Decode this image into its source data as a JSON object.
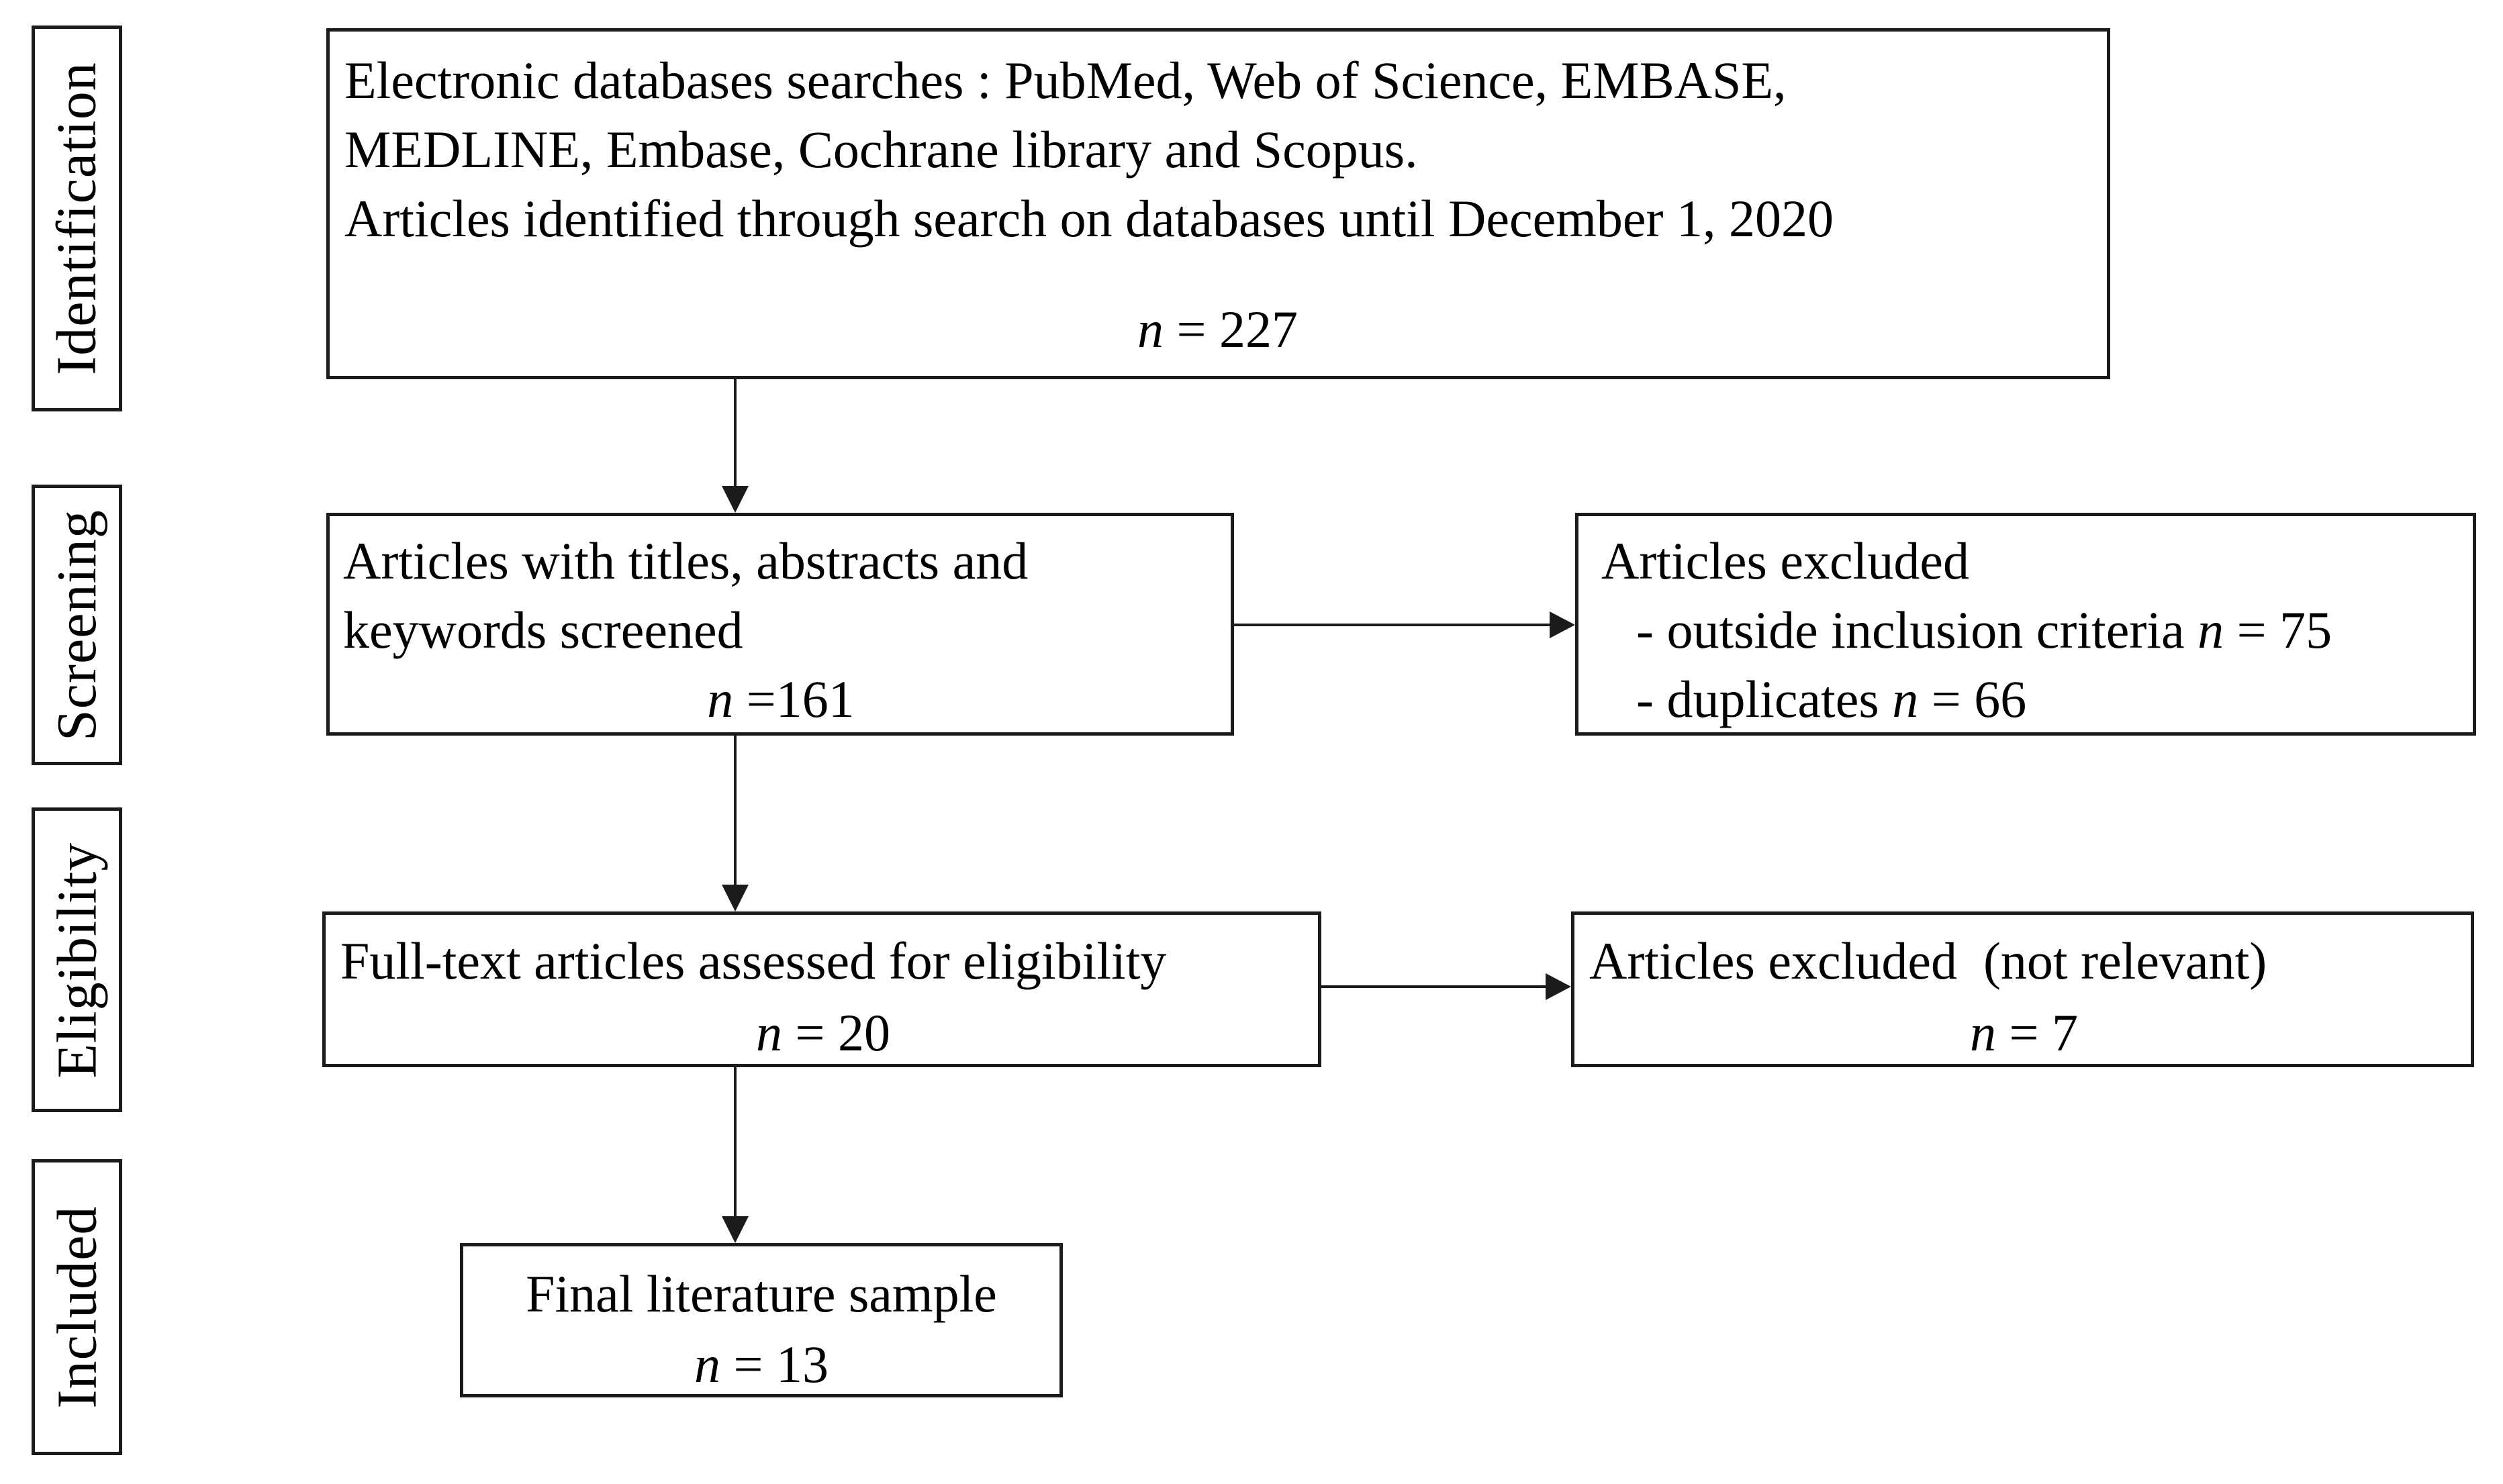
{
  "sidebar": {
    "labels": [
      {
        "id": "identification",
        "text": "Identification"
      },
      {
        "id": "screening",
        "text": "Screening"
      },
      {
        "id": "eligibility",
        "text": "Eligibility"
      },
      {
        "id": "included",
        "text": "Included"
      }
    ]
  },
  "flow": {
    "identification_box": {
      "lines": [
        "Electronic databases searches : PubMed, Web of Science, EMBASE,",
        "MEDLINE, Embase, Cochrane library and Scopus.",
        "Articles identified through search on databases until December 1, 2020"
      ],
      "n_symbol": "n",
      "count": " = 227"
    },
    "screening_box": {
      "lines": [
        "Articles with titles, abstracts and",
        "keywords screened"
      ],
      "n_symbol": "n",
      "count": " =161"
    },
    "excluded_screening_box": {
      "title": "Articles excluded",
      "items": [
        {
          "text": "- outside inclusion criteria ",
          "n_symbol": "n",
          "count": " = 75"
        },
        {
          "text": "- duplicates ",
          "n_symbol": "n",
          "count": " = 66"
        }
      ]
    },
    "eligibility_box": {
      "lines": [
        "Full-text articles assessed for eligibility"
      ],
      "n_symbol": "n",
      "count": " = 20"
    },
    "excluded_eligibility_box": {
      "title": "Articles excluded  (not relevant)",
      "n_symbol": "n",
      "count": " = 7"
    },
    "included_box": {
      "lines": [
        "Final literature sample"
      ],
      "n_symbol": "n",
      "count": " = 13"
    }
  },
  "colors": {
    "text": "#000000",
    "border": "#1b1b1b",
    "background": "#ffffff"
  }
}
